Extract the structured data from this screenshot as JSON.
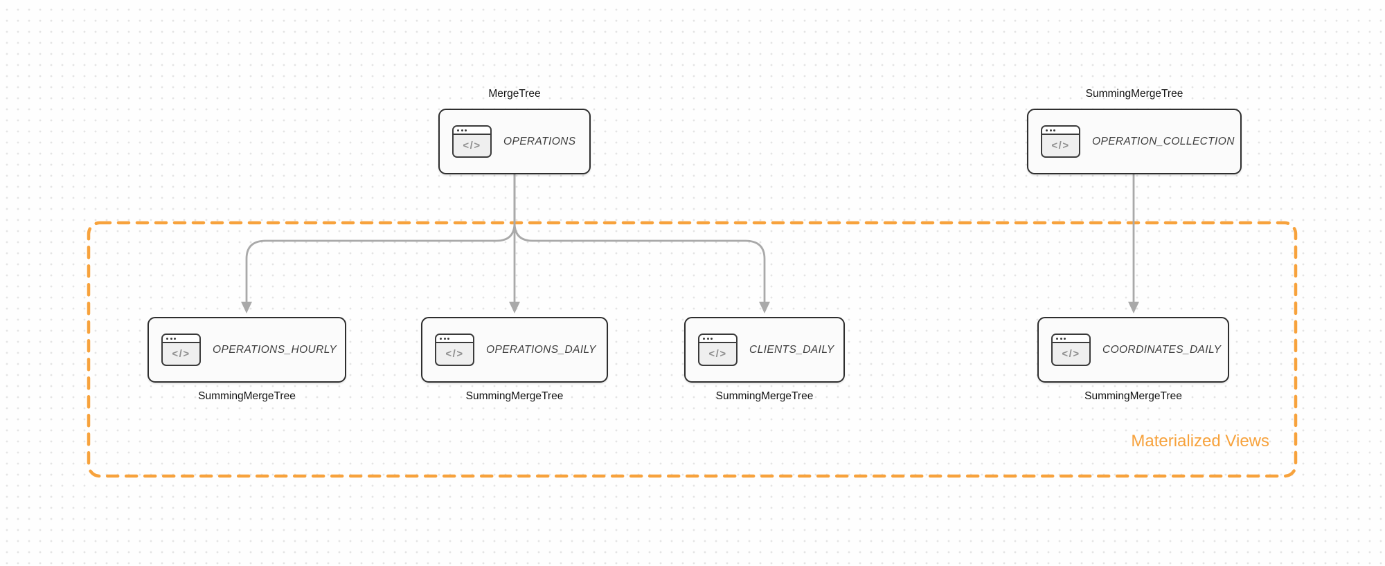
{
  "diagram": {
    "icon_glyph": "</>",
    "group_label": "Materialized Views",
    "nodes": [
      {
        "id": "operations",
        "table": "OPERATIONS",
        "engine": "MergeTree",
        "engine_position": "top"
      },
      {
        "id": "operation_collection",
        "table": "OPERATION_COLLECTION",
        "engine": "SummingMergeTree",
        "engine_position": "top"
      },
      {
        "id": "operations_hourly",
        "table": "OPERATIONS_HOURLY",
        "engine": "SummingMergeTree",
        "engine_position": "bottom"
      },
      {
        "id": "operations_daily",
        "table": "OPERATIONS_DAILY",
        "engine": "SummingMergeTree",
        "engine_position": "bottom"
      },
      {
        "id": "clients_daily",
        "table": "CLIENTS_DAILY",
        "engine": "SummingMergeTree",
        "engine_position": "bottom"
      },
      {
        "id": "coordinates_daily",
        "table": "COORDINATES_DAILY",
        "engine": "SummingMergeTree",
        "engine_position": "bottom"
      }
    ],
    "edges": [
      {
        "from": "operations",
        "to": "operations_hourly"
      },
      {
        "from": "operations",
        "to": "operations_daily"
      },
      {
        "from": "operations",
        "to": "clients_daily"
      },
      {
        "from": "operation_collection",
        "to": "coordinates_daily"
      }
    ],
    "colors": {
      "accent_orange": "#f7a23c",
      "node_border": "#2e2e2e",
      "node_fill": "#fbfbfb",
      "arrow_gray": "#a9a9a9",
      "engine_text": "#111111",
      "node_text": "#3d3d3d",
      "grid_dot": "#e4e4e4",
      "background": "#fefefe"
    }
  }
}
